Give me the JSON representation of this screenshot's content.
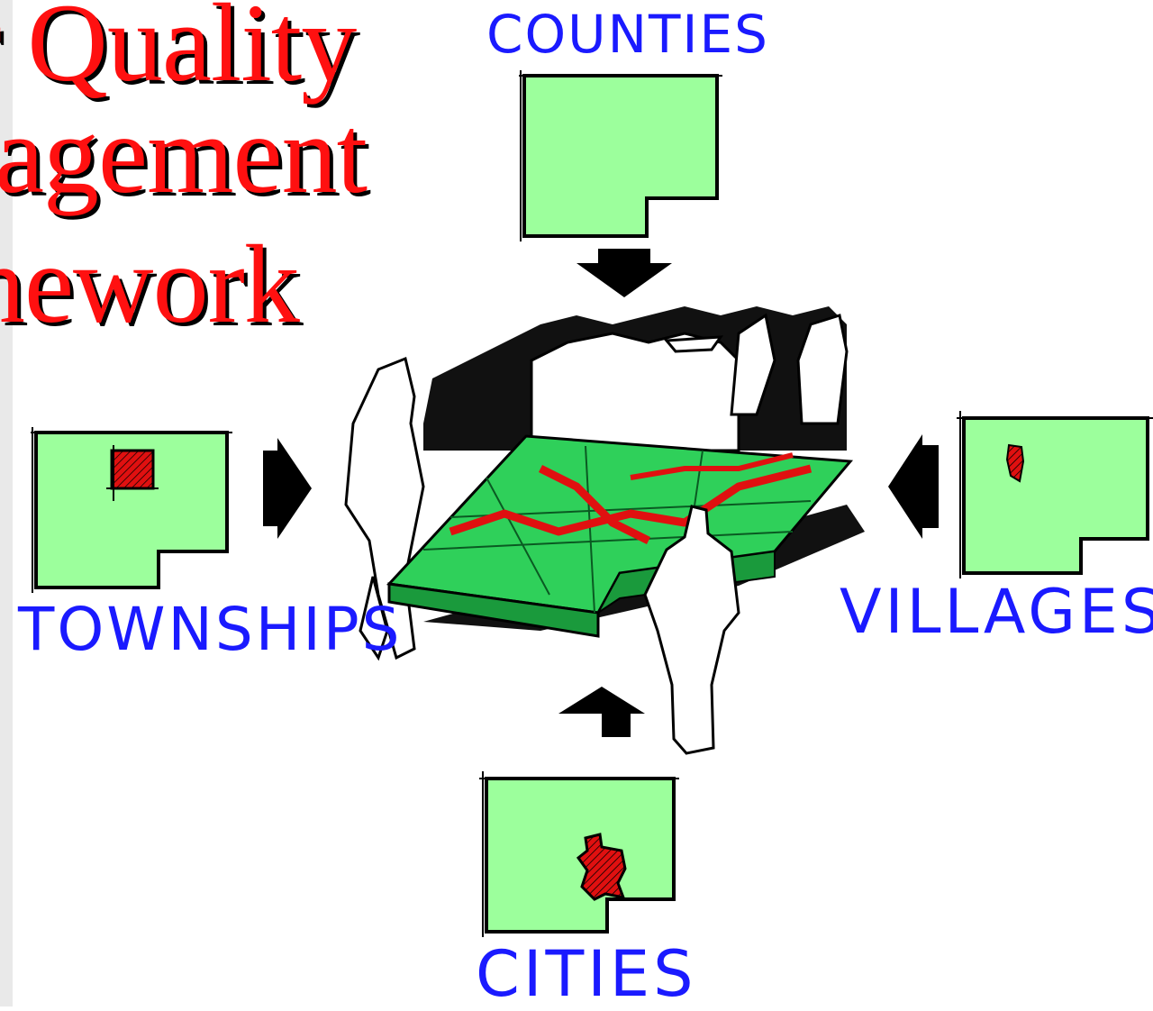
{
  "title": {
    "line1": "r Quality",
    "line2": "agement",
    "line3": "nework"
  },
  "labels": {
    "counties": "COUNTIES",
    "townships": "TOWNSHIPS",
    "villages": "VILLAGES",
    "cities": "CITIES"
  },
  "colors": {
    "title_red": "#ff1010",
    "label_blue": "#1a1aff",
    "map_green": "#9cff9c",
    "hatch_red": "#e01010",
    "table_green": "#22aa44"
  }
}
